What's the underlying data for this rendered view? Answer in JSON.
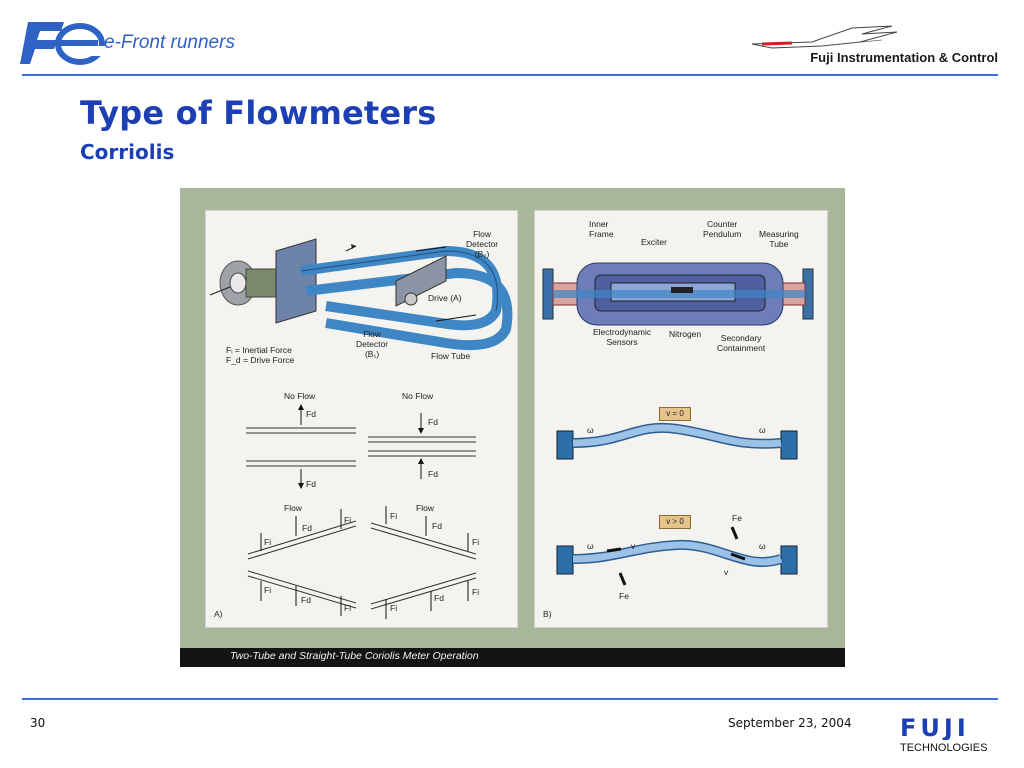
{
  "header": {
    "tagline": "e-Front runners",
    "company": "Fuji Instrumentation & Control",
    "logo_letters": "Fe"
  },
  "slide": {
    "title": "Type of Flowmeters",
    "subtitle": "Corriolis"
  },
  "figure": {
    "caption": "Two-Tube and Straight-Tube Coriolis Meter Operation",
    "panel_a": {
      "tag": "A)",
      "labels": {
        "flow_detector_b2": [
          "Flow",
          "Detector",
          "(B₂)"
        ],
        "drive_a": "Drive (A)",
        "flow_detector_b1": [
          "Flow",
          "Detector",
          "(B₁)"
        ],
        "flow_tube": "Flow Tube",
        "legend_fi": "Fᵢ = Inertial Force",
        "legend_fd": "F_d = Drive Force",
        "no_flow_1": "No Flow",
        "no_flow_2": "No Flow",
        "flow_1": "Flow",
        "flow_2": "Flow",
        "fd": "Fd",
        "fi": "Fi"
      }
    },
    "panel_b": {
      "tag": "B)",
      "labels": {
        "inner_frame": [
          "Inner",
          "Frame"
        ],
        "exciter": "Exciter",
        "counter_pendulum": [
          "Counter",
          "Pendulum"
        ],
        "measuring_tube": [
          "Measuring",
          "Tube"
        ],
        "electrodynamic_sensors": [
          "Electrodynamic",
          "Sensors"
        ],
        "nitrogen": "Nitrogen",
        "secondary_containment": [
          "Secondary",
          "Containment"
        ],
        "v_zero": "v = 0",
        "v_positive": "v > 0",
        "omega": "ω",
        "fe": "Fe",
        "v": "v"
      }
    }
  },
  "footer": {
    "page_number": "30",
    "date": "September 23, 2004",
    "brand_mark": "FUJI",
    "brand_sub": "TECHNOLOGIES"
  },
  "colors": {
    "accent_blue": "#1c3fb4",
    "rule_blue": "#3a6fd8",
    "figure_bg": "#a8b79a",
    "tube_blue": "#3f86c4"
  }
}
